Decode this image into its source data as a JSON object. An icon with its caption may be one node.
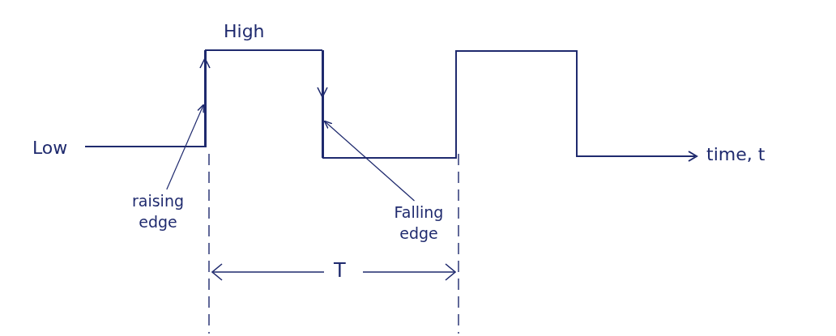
{
  "diagram": {
    "nodes": [
      {
        "text": [
          "raising edge"
        ]
      },
      {
        "text": [],
        "shape": "bar"
      },
      {
        "text": [
          "Falling edge"
        ]
      },
      {
        "text": [],
        "shape": "bar"
      }
    ],
    "edges": [
      {
        "from": 0,
        "to": 1,
        "arrow": "to"
      },
      {
        "from": 2,
        "to": 3,
        "arrow": "to"
      }
    ],
    "labels": [
      "High",
      "Low",
      "time, t",
      "T"
    ]
  }
}
